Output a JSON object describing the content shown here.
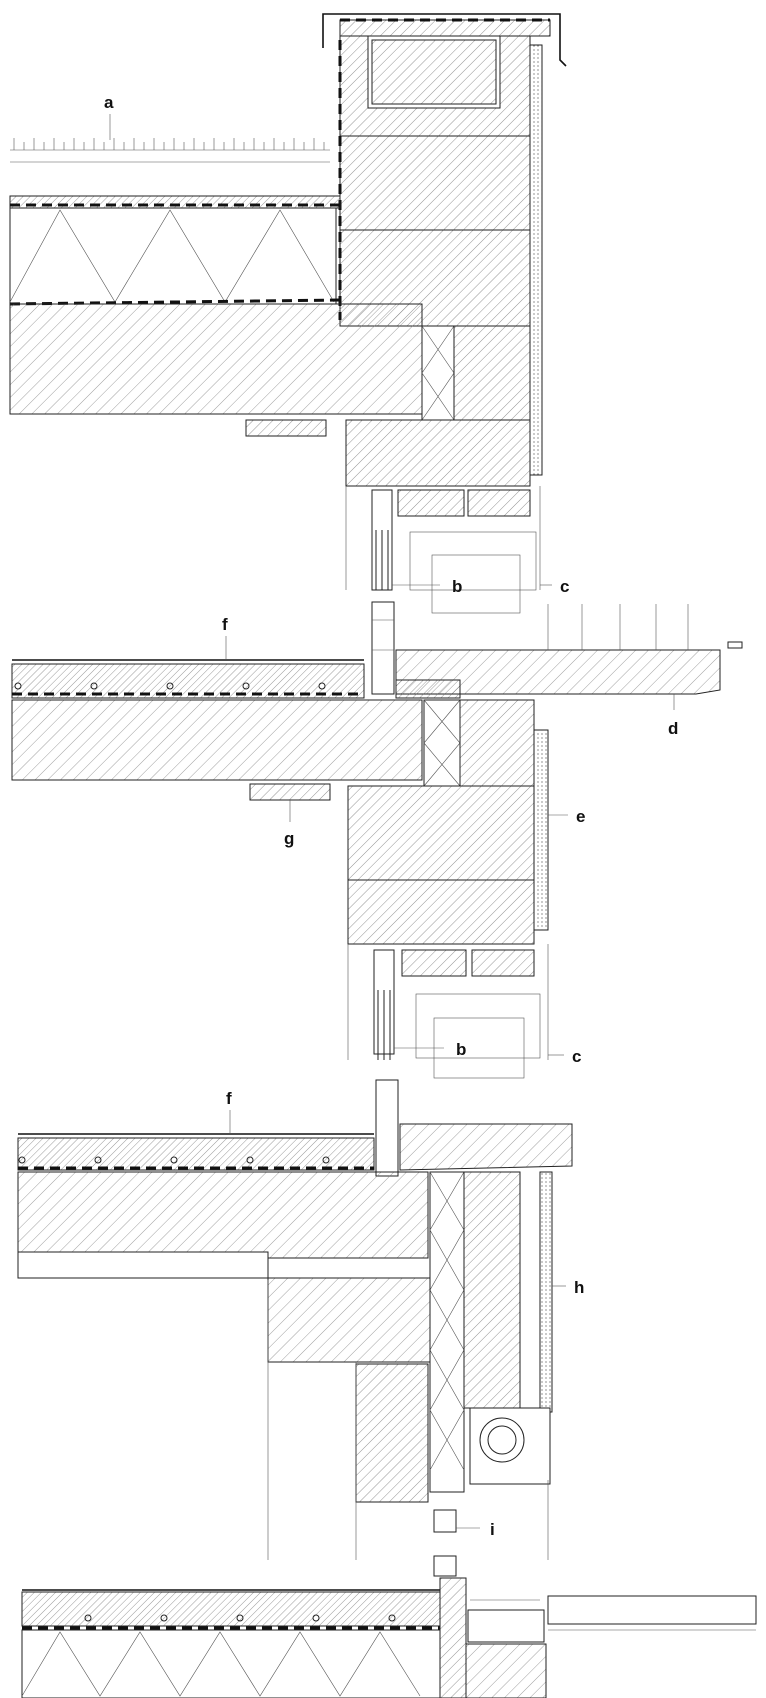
{
  "labels": {
    "a": "a",
    "b": "b",
    "c": "c",
    "d": "d",
    "e": "e",
    "f": "f",
    "g": "g",
    "h": "h",
    "i": "i"
  },
  "colors": {
    "ink": "#222222",
    "paper": "#ffffff"
  }
}
